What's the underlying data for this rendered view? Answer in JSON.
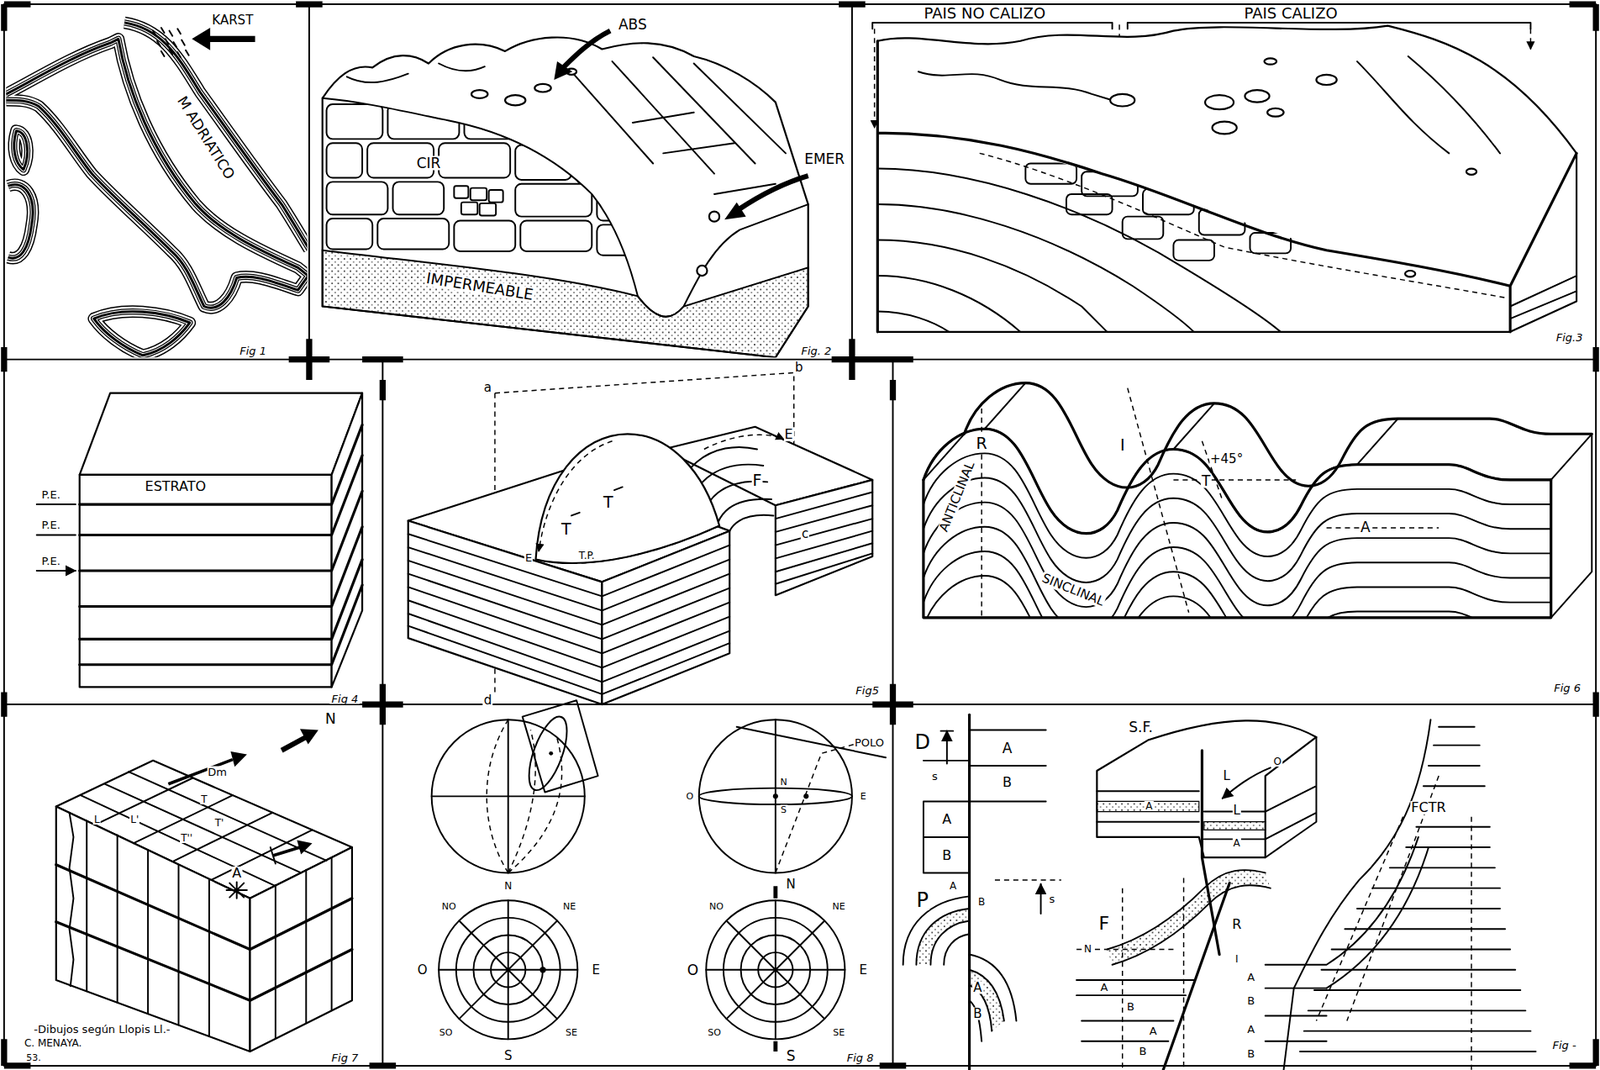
{
  "diagram": {
    "nodes": [
      {
        "text": [
          "Fig 1"
        ]
      },
      {
        "text": [
          "Fig. 2"
        ]
      },
      {
        "text": [
          "Fig.3"
        ]
      },
      {
        "text": [
          "Fig 4"
        ]
      },
      {
        "text": [
          "Fig5"
        ]
      },
      {
        "text": [
          "Fig 6"
        ]
      },
      {
        "text": [
          "Fig 7"
        ]
      },
      {
        "text": [
          "Fig 8"
        ]
      },
      {
        "text": [
          "Fig -"
        ]
      }
    ],
    "labels": [
      "KARST",
      "M ADRIATICO",
      "ABS",
      "CIR",
      "EMER",
      "IMPERMEABLE",
      "PAIS NO CALIZO",
      "PAIS CALIZO",
      "ESTRATO",
      "P.E.",
      "P.E.",
      "P.E.",
      "a",
      "b",
      "c",
      "d",
      "E",
      "F",
      "T",
      "T",
      "T.P.",
      "E",
      "R",
      "I",
      "+45°",
      "T",
      "A",
      "ANTICLINAL",
      "SINCLINAL",
      "Dm",
      "N",
      "L",
      "L'",
      "T",
      "T'",
      "T''",
      "A",
      "-Dibujos según Llopis Ll.-",
      "C. MENAYA.",
      "53.",
      "POLO",
      "N",
      "S",
      "O",
      "E",
      "N",
      "NO",
      "NE",
      "O",
      "E",
      "SO",
      "SE",
      "S",
      "N",
      "NO",
      "NE",
      "O",
      "E",
      "SO",
      "SE",
      "S",
      "D",
      "s",
      "A",
      "B",
      "A",
      "B",
      "P",
      "A",
      "B",
      "s",
      "A",
      "B",
      "S.F.",
      "O",
      "L",
      "L",
      "A",
      "A",
      "I",
      "F",
      "R",
      "N",
      "A",
      "B",
      "A",
      "B",
      "FCTR",
      "A",
      "B",
      "A",
      "B"
    ]
  }
}
